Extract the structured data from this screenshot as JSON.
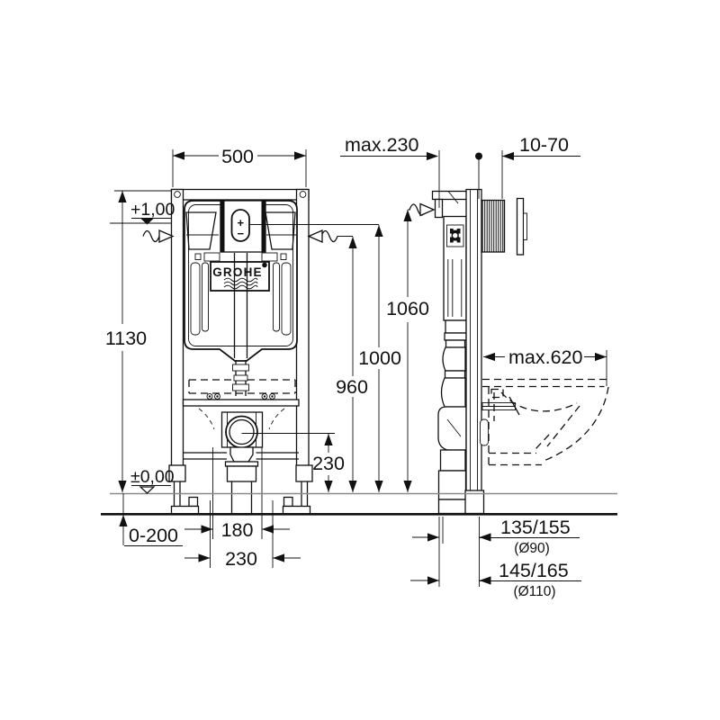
{
  "drawing": {
    "brand": "GROHE",
    "flush_plate": {
      "plus": "+",
      "minus": "−"
    },
    "dims": {
      "frame_width": "500",
      "wall_distance_max": "max.230",
      "button_depth_range": "10-70",
      "frame_height": "1130",
      "upper_level": "+1,00",
      "floor_level": "±0,00",
      "height_bracket": "1060",
      "height_actuator": "1000",
      "height_water": "960",
      "outlet_height": "230",
      "bowl_depth_max": "max.620",
      "foot_adjust_range": "0-200",
      "outlet_spacing_inner": "180",
      "outlet_spacing_outer": "230",
      "drain_offset_90": "135/155",
      "drain_diameter_90": "(Ø90)",
      "drain_offset_110": "145/165",
      "drain_diameter_110": "(Ø110)"
    }
  }
}
